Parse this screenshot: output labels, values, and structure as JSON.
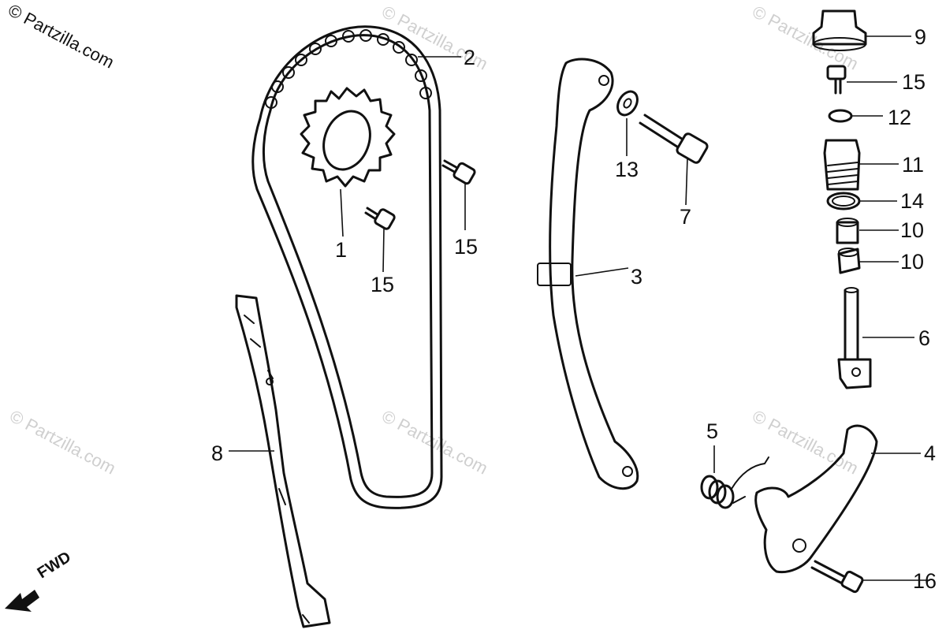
{
  "watermark": {
    "main": "© Partzilla.com",
    "repeat": "© Partzilla.com"
  },
  "fwd_label": "FWD",
  "callouts": [
    {
      "id": "1",
      "label": "1"
    },
    {
      "id": "2",
      "label": "2"
    },
    {
      "id": "3",
      "label": "3"
    },
    {
      "id": "4",
      "label": "4"
    },
    {
      "id": "5",
      "label": "5"
    },
    {
      "id": "6",
      "label": "6"
    },
    {
      "id": "7",
      "label": "7"
    },
    {
      "id": "8",
      "label": "8"
    },
    {
      "id": "9",
      "label": "9"
    },
    {
      "id": "10a",
      "label": "10"
    },
    {
      "id": "10b",
      "label": "10"
    },
    {
      "id": "11",
      "label": "11"
    },
    {
      "id": "12",
      "label": "12"
    },
    {
      "id": "13",
      "label": "13"
    },
    {
      "id": "14",
      "label": "14"
    },
    {
      "id": "15a",
      "label": "15"
    },
    {
      "id": "15b",
      "label": "15"
    },
    {
      "id": "15c",
      "label": "15"
    },
    {
      "id": "16",
      "label": "16"
    }
  ]
}
